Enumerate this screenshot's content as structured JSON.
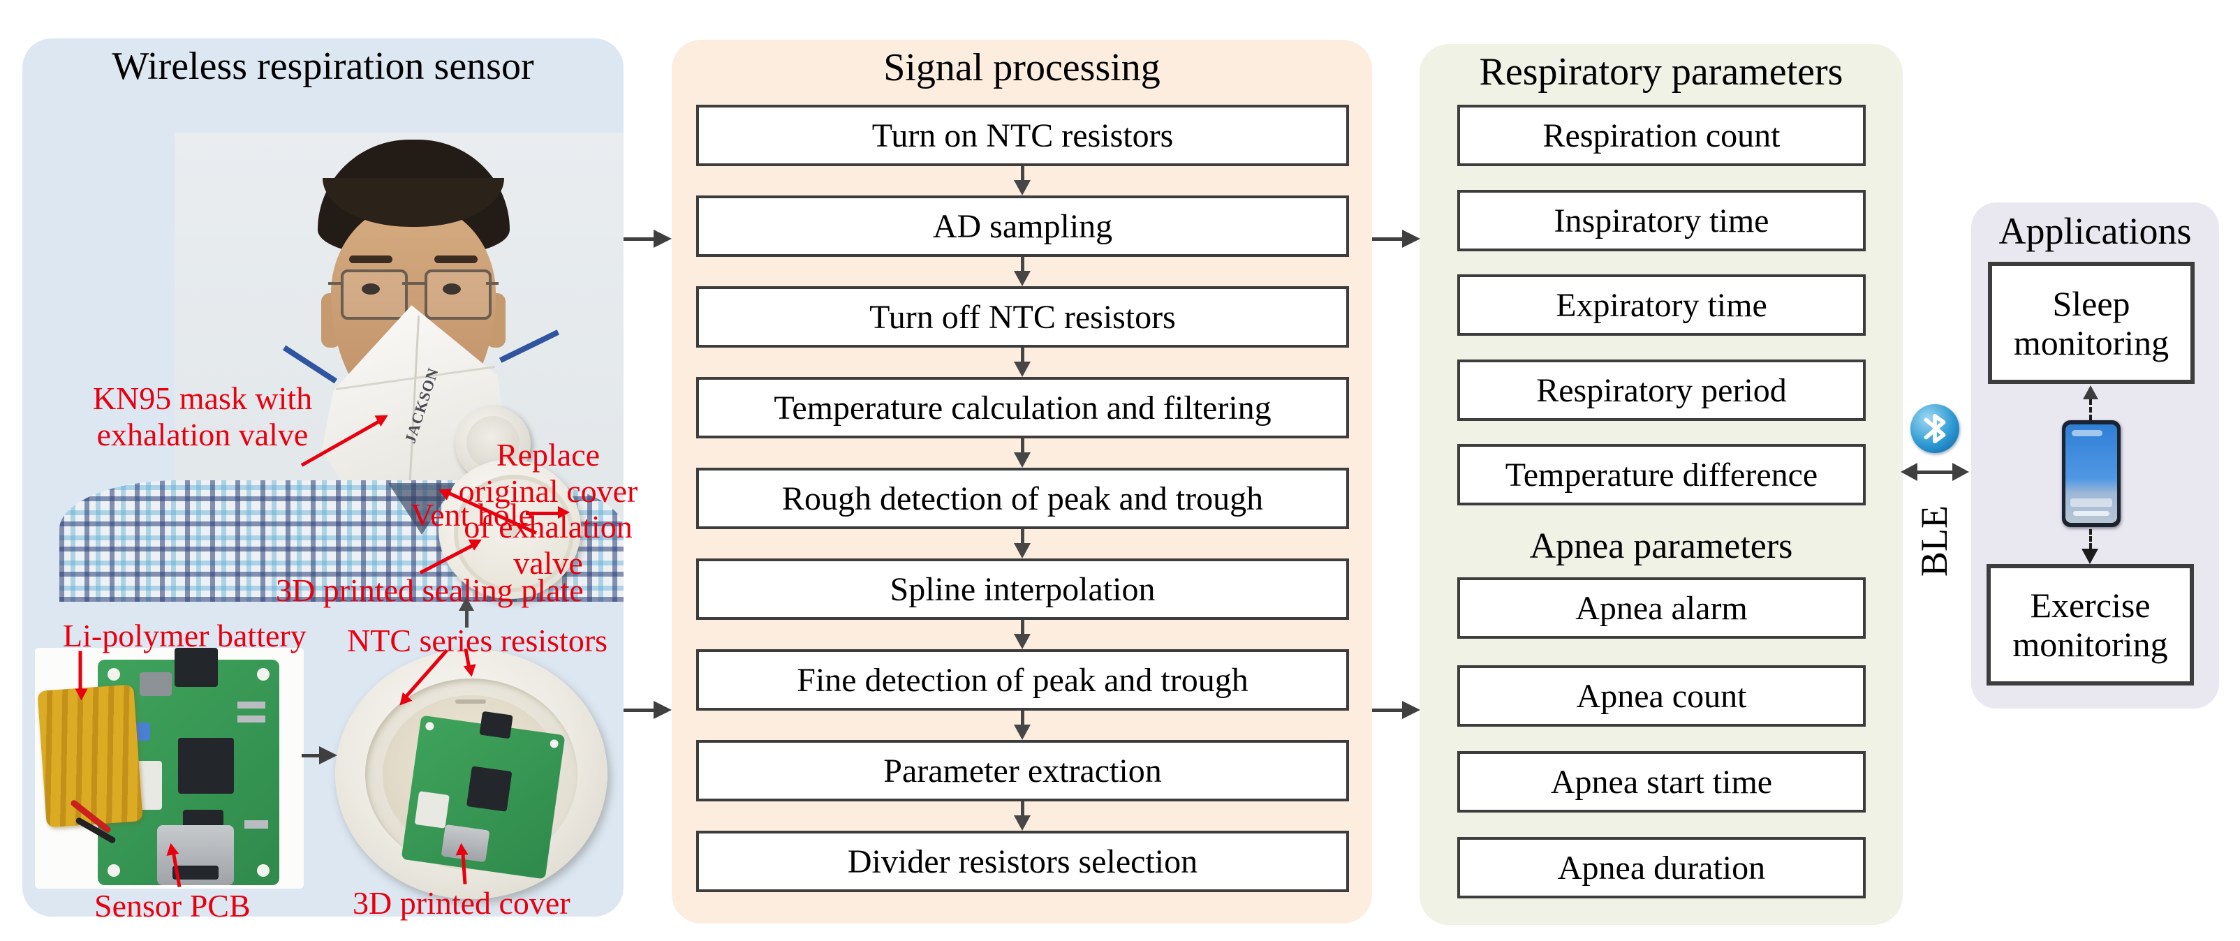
{
  "colors": {
    "sensor_panel_bg": "#dce7f2",
    "processing_panel_bg": "#fcedde",
    "parameters_panel_bg": "#eff2e5",
    "applications_panel_bg": "#e9e7f0",
    "box_border": "#3d3d3d",
    "annotation_red": "#e8000f",
    "arrow_gray": "#3f3f3f",
    "bluetooth_blue": "#1e88c7"
  },
  "sensor_panel": {
    "title": "Wireless respiration sensor",
    "mask_brand": "JACKSON",
    "annotations": {
      "kn95_line1": "KN95 mask with",
      "kn95_line2": "exhalation valve",
      "replace_line1": "Replace",
      "replace_line2": "original cover",
      "replace_line3": "of exhalation valve",
      "vent_hole": "Vent hole",
      "sealing_plate": "3D printed sealing plate",
      "battery": "Li-polymer battery",
      "ntc_resistors": "NTC series resistors",
      "sensor_pcb": "Sensor PCB",
      "printed_cover": "3D printed cover"
    }
  },
  "processing_panel": {
    "title": "Signal processing",
    "steps": [
      "Turn on NTC resistors",
      "AD sampling",
      "Turn off NTC resistors",
      "Temperature calculation and filtering",
      "Rough detection of peak and trough",
      "Spline interpolation",
      "Fine detection of peak and trough",
      "Parameter extraction",
      "Divider resistors selection"
    ]
  },
  "parameters_panel": {
    "title": "Respiratory parameters",
    "respiratory_items": [
      "Respiration count",
      "Inspiratory time",
      "Expiratory time",
      "Respiratory period",
      "Temperature difference"
    ],
    "apnea_subtitle": "Apnea parameters",
    "apnea_items": [
      "Apnea alarm",
      "Apnea count",
      "Apnea start time",
      "Apnea duration"
    ]
  },
  "link": {
    "label": "BLE"
  },
  "applications_panel": {
    "title": "Applications",
    "items": [
      "Sleep monitoring",
      "Exercise monitoring"
    ]
  }
}
